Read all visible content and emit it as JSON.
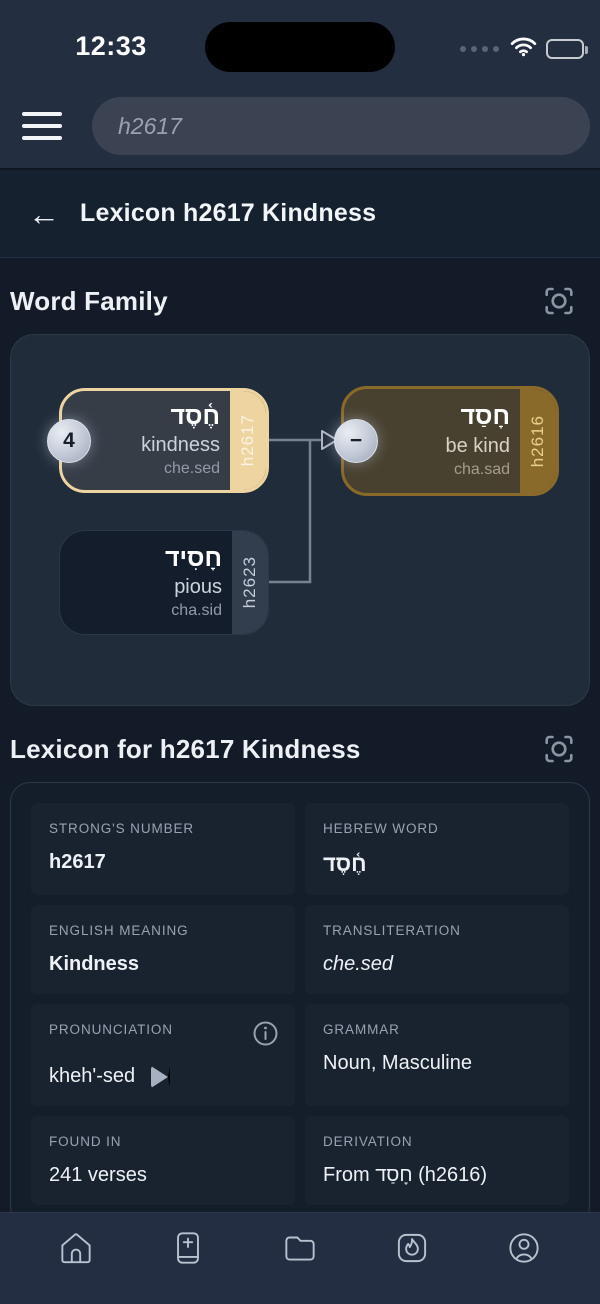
{
  "status_bar": {
    "time": "12:33"
  },
  "search": {
    "value": "h2617"
  },
  "header": {
    "title": "Lexicon h2617 Kindness"
  },
  "word_family": {
    "title": "Word Family",
    "nodes": [
      {
        "id": "h2617",
        "hebrew": "חֶ֫סֶד",
        "meaning": "kindness",
        "translit": "che.sed",
        "badge": "4"
      },
      {
        "id": "h2616",
        "hebrew": "חָסַד",
        "meaning": "be kind",
        "translit": "cha.sad",
        "badge": "−"
      },
      {
        "id": "h2623",
        "hebrew": "חָסִיד",
        "meaning": "pious",
        "translit": "cha.sid"
      }
    ]
  },
  "lexicon": {
    "title": "Lexicon for h2617 Kindness",
    "fields": [
      {
        "label": "STRONG'S NUMBER",
        "value": "h2617"
      },
      {
        "label": "HEBREW WORD",
        "value": "חֶ֫סֶד"
      },
      {
        "label": "ENGLISH MEANING",
        "value": "Kindness"
      },
      {
        "label": "TRANSLITERATION",
        "value": "che.sed"
      },
      {
        "label": "PRONUNCIATION",
        "value": "kheh'-sed"
      },
      {
        "label": "GRAMMAR",
        "value": "Noun, Masculine"
      },
      {
        "label": "FOUND IN",
        "value": "241 verses"
      },
      {
        "label": "DERIVATION",
        "value": "From חָסַד (h2616)"
      }
    ]
  },
  "tab_bar": {
    "items": [
      {
        "icon": "home"
      },
      {
        "icon": "bible-book"
      },
      {
        "icon": "folder"
      },
      {
        "icon": "flame"
      },
      {
        "icon": "profile"
      }
    ]
  },
  "icons": {
    "menu": "hamburger",
    "back": "left-arrow",
    "section_action": "focus-scan",
    "pronunciation_info": "info-circle",
    "pronunciation_play": "play-triangle"
  },
  "colors": {
    "background": "#121b27",
    "top_chrome": "#232e41",
    "panel": "#212c3a",
    "cell": "#19232f",
    "accent_cream": "#edd4a0",
    "accent_gold": "#8a6a2b",
    "node_dark": "#131d2b",
    "connector": "#79818f",
    "badge_text": "#15202c",
    "tab_bar": "#232e42"
  }
}
